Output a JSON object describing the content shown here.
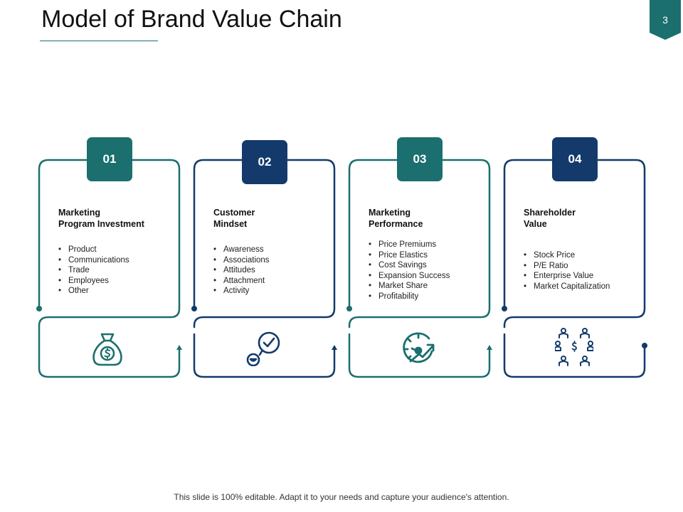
{
  "slide": {
    "title": "Model of Brand Value Chain",
    "page_number": "3",
    "footer": "This slide is 100% editable. Adapt it to your needs and capture your audience's attention."
  },
  "colors": {
    "teal": "#1b6f6e",
    "navy": "#133a6b",
    "outline": "#1d5c64"
  },
  "steps": [
    {
      "number": "01",
      "heading": "Marketing\nProgram Investment",
      "items": [
        "Product",
        "Communications",
        "Trade",
        "Employees",
        "Other"
      ],
      "icon": "money-bag-icon",
      "badge_color": "teal"
    },
    {
      "number": "02",
      "heading": "Customer\nMindset",
      "items": [
        "Awareness",
        "Associations",
        "Attitudes",
        "Attachment",
        "Activity"
      ],
      "icon": "thinking-check-icon",
      "badge_color": "navy"
    },
    {
      "number": "03",
      "heading": "Marketing\nPerformance",
      "items": [
        "Price Premiums",
        "Price Elastics",
        "Cost Savings",
        "Expansion Success",
        "Market Share",
        "Profitability"
      ],
      "icon": "performance-gauge-icon",
      "badge_color": "teal"
    },
    {
      "number": "04",
      "heading": "Shareholder\nValue",
      "items": [
        "Stock Price",
        "P/E Ratio",
        "Enterprise Value",
        "Market Capitalization"
      ],
      "icon": "shareholders-icon",
      "badge_color": "navy"
    }
  ]
}
